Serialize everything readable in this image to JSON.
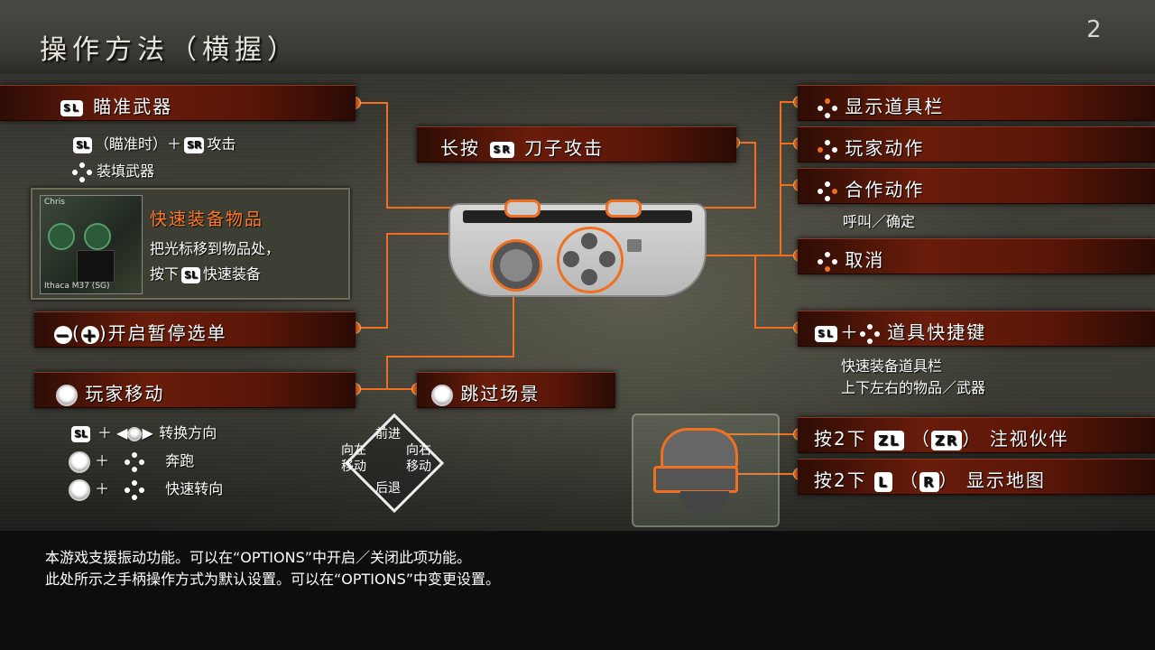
{
  "header": {
    "title": "操作方法（横握）",
    "page_number": "2"
  },
  "left": {
    "aim": {
      "key": "SL",
      "label": "瞄准武器"
    },
    "aim_sub1": {
      "key1": "SL",
      "text1": "（瞄准时）＋",
      "key2": "SR",
      "text2": "攻击"
    },
    "aim_sub2": {
      "text": "装填武器"
    },
    "quick_equip": {
      "title": "快速装备物品",
      "line1": "把光标移到物品处，",
      "line2_pre": "按下",
      "key": "SL",
      "line2_post": "快速装备",
      "thumb_name": "Chris",
      "thumb_weapon": "Ithaca M37 (SG)"
    },
    "pause": {
      "text": "开启暂停选单"
    },
    "move": {
      "label": "玩家移动"
    },
    "move_sub": [
      {
        "key": "SL",
        "plus": "＋",
        "text": "转换方向"
      },
      {
        "plus": "＋",
        "text": "奔跑"
      },
      {
        "plus": "＋",
        "text": "快速转向"
      }
    ]
  },
  "center": {
    "knife": {
      "pre": "长按",
      "key": "SR",
      "post": "刀子攻击"
    },
    "skip": {
      "label": "跳过场景"
    },
    "compass": {
      "up": "前进",
      "down": "后退",
      "left": "向左移动",
      "right": "向右移动"
    }
  },
  "right": {
    "items": [
      {
        "label": "显示道具栏"
      },
      {
        "label": "玩家动作"
      },
      {
        "label": "合作动作"
      }
    ],
    "coop_sub": "呼叫／确定",
    "cancel": {
      "label": "取消"
    },
    "shortcut": {
      "key": "SL",
      "plus": "＋",
      "label": "道具快捷键",
      "sub1": "快速装备道具栏",
      "sub2": "上下左右的物品／武器"
    },
    "partner": {
      "pre": "按2下",
      "key1": "ZL",
      "key2": "ZR",
      "post": "注视伙伴"
    },
    "map": {
      "pre": "按2下",
      "key1": "L",
      "key2": "R",
      "post": "显示地图"
    }
  },
  "footer": {
    "line1": "本游戏支援振动功能。可以在“OPTIONS”中开启／关闭此项功能。",
    "line2": "此处所示之手柄操作方式为默认设置。可以在“OPTIONS”中变更设置。"
  },
  "colors": {
    "accent": "#f07020",
    "bar": "#6a1c0a"
  }
}
